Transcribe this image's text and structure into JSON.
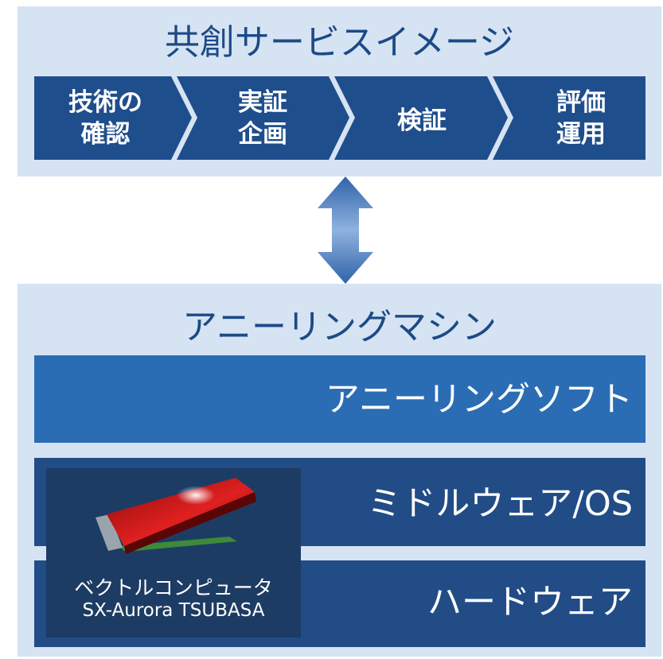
{
  "top_panel": {
    "title": "共創サービスイメージ",
    "steps": [
      {
        "label": "技術の\n確認"
      },
      {
        "label": "実証\n企画"
      },
      {
        "label": "検証"
      },
      {
        "label": "評価\n運用"
      }
    ]
  },
  "bottom_panel": {
    "title": "アニーリングマシン",
    "layers": [
      {
        "label": "アニーリングソフト"
      },
      {
        "label": "ミドルウェア/OS"
      },
      {
        "label": "ハードウェア"
      }
    ],
    "card": {
      "line1": "ベクトルコンピュータ",
      "line2": "SX-Aurora TSUBASA"
    }
  },
  "colors": {
    "panel_bg": "#d6e3f3",
    "title_text": "#1c4a86",
    "step_fill": "#1f4e8c",
    "software_layer": "#2b6db4",
    "lower_layers": "#214c86",
    "card_bg": "#1d3c64",
    "accelerator_card": "#d11a1a"
  },
  "icons": {
    "double_arrow": "vertical-double-arrow-icon",
    "product_image": "red-vector-engine-card-image"
  }
}
